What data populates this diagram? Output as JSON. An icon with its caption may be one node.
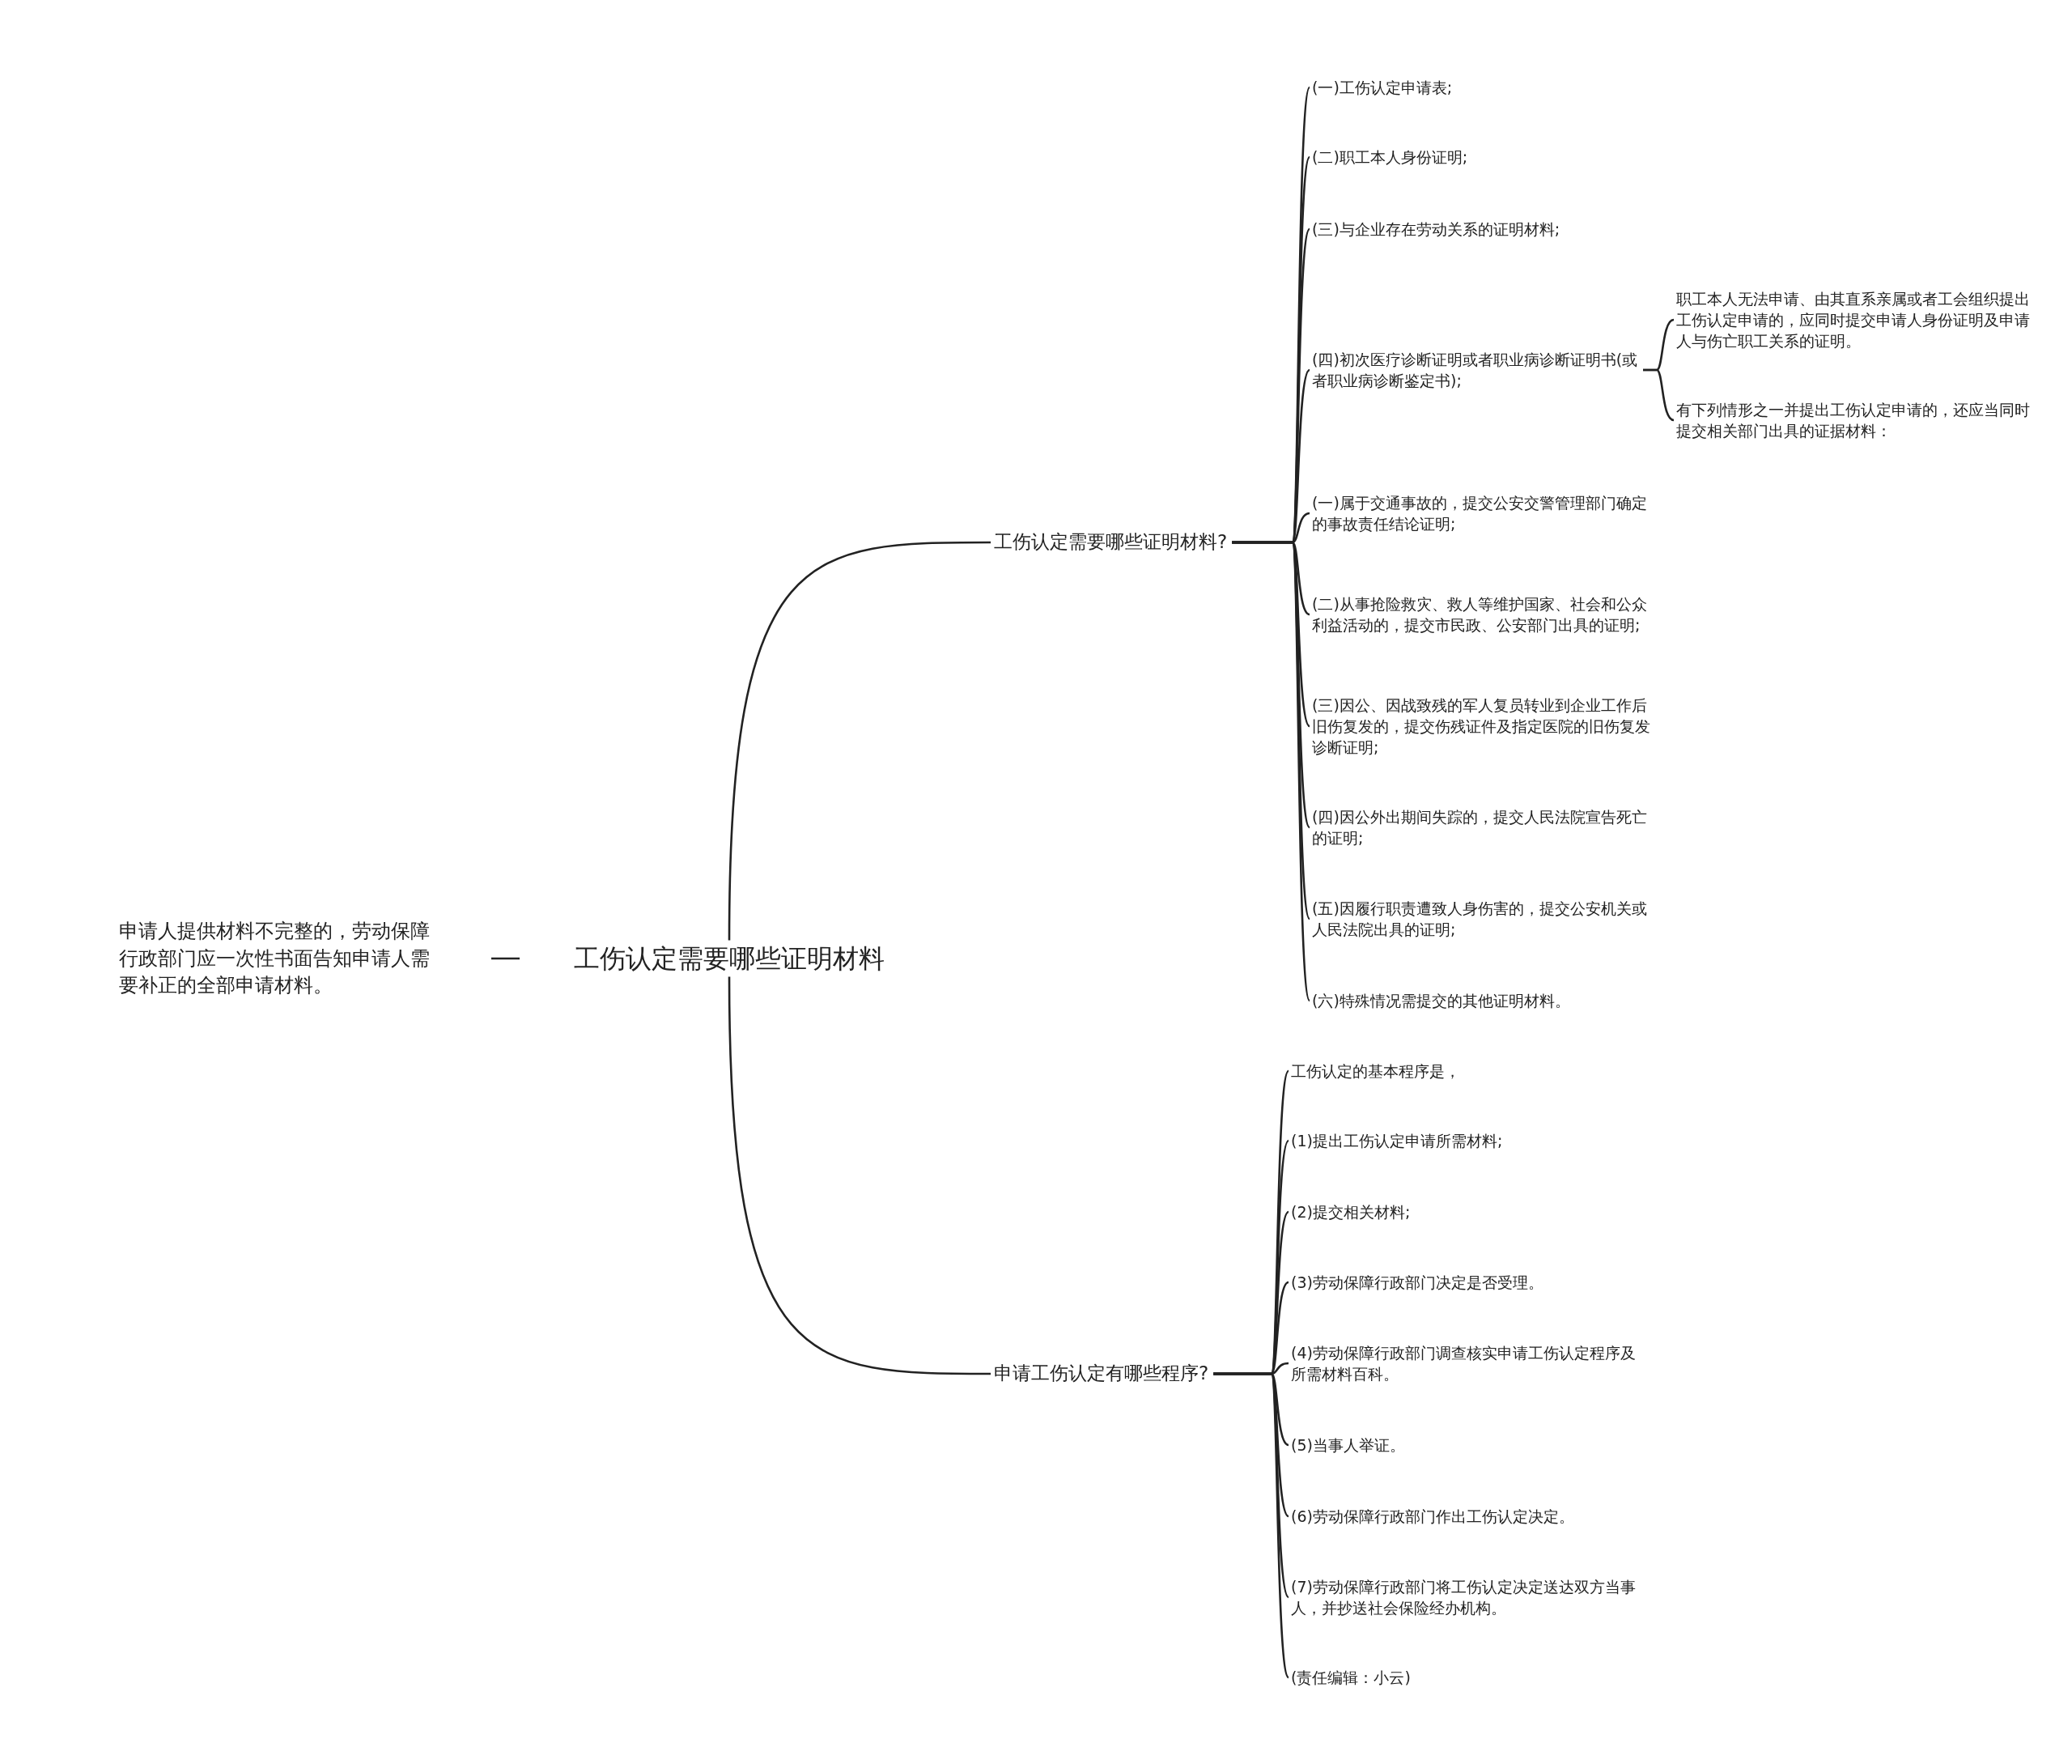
{
  "diagram": {
    "nodes": [
      {
        "text": [
          "工伤认定需要哪些证明材料"
        ]
      },
      {
        "text": [
          "工伤认定需要哪些证明材料?"
        ]
      },
      {
        "text": [
          "(一)工伤认定申请表;"
        ]
      },
      {
        "text": [
          "(二)职工本人身份证明;"
        ]
      },
      {
        "text": [
          "(三)与企业存在劳动关系的证明材料;"
        ]
      },
      {
        "text": [
          "(四)初次医疗诊断证明或者职业病诊断证明书(或者职业病诊断鉴定书);"
        ]
      },
      {
        "text": [
          "职工本人无法申请、由其直系亲属或者工会组织提出工伤认定申请的，应同时提交申请人身份证明及申请人与伤亡职工关系的证明。"
        ]
      },
      {
        "text": [
          "有下列情形之一并提出工伤认定申请的，还应当同时提交相关部门出具的证据材料："
        ]
      },
      {
        "text": [
          "(一)属于交通事故的，提交公安交警管理部门确定的事故责任结论证明;"
        ]
      },
      {
        "text": [
          "(二)从事抢险救灾、救人等维护国家、社会和公众利益活动的，提交市民政、公安部门出具的证明;"
        ]
      },
      {
        "text": [
          "(三)因公、因战致残的军人复员转业到企业工作后旧伤复发的，提交伤残证件及指定医院的旧伤复发诊断证明;"
        ]
      },
      {
        "text": [
          "(四)因公外出期间失踪的，提交人民法院宣告死亡的证明;"
        ]
      },
      {
        "text": [
          "(五)因履行职责遭致人身伤害的，提交公安机关或人民法院出具的证明;"
        ]
      },
      {
        "text": [
          "(六)特殊情况需提交的其他证明材料。"
        ]
      },
      {
        "text": [
          "申请工伤认定有哪些程序?"
        ]
      },
      {
        "text": [
          "工伤认定的基本程序是，"
        ]
      },
      {
        "text": [
          "(1)提出工伤认定申请所需材料;"
        ]
      },
      {
        "text": [
          "(2)提交相关材料;"
        ]
      },
      {
        "text": [
          "(3)劳动保障行政部门决定是否受理。"
        ]
      },
      {
        "text": [
          "(4)劳动保障行政部门调查核实申请工伤认定程序及所需材料百科。"
        ]
      },
      {
        "text": [
          "(5)当事人举证。"
        ]
      },
      {
        "text": [
          "(6)劳动保障行政部门作出工伤认定决定。"
        ]
      },
      {
        "text": [
          "(7)劳动保障行政部门将工伤认定决定送达双方当事人，并抄送社会保险经办机构。"
        ]
      },
      {
        "text": [
          "(责任编辑：小云)"
        ]
      },
      {
        "text": [
          "申请人提供材料不完整的，劳动保障行政部门应一次性书面告知申请人需要补正的全部申请材料。"
        ]
      }
    ],
    "edges": [
      {
        "from": 0,
        "to": 1,
        "arrow": "none"
      },
      {
        "from": 1,
        "to": 2,
        "arrow": "none"
      },
      {
        "from": 1,
        "to": 3,
        "arrow": "none"
      },
      {
        "from": 1,
        "to": 4,
        "arrow": "none"
      },
      {
        "from": 1,
        "to": 5,
        "arrow": "none"
      },
      {
        "from": 5,
        "to": 6,
        "arrow": "none"
      },
      {
        "from": 5,
        "to": 7,
        "arrow": "none"
      },
      {
        "from": 1,
        "to": 8,
        "arrow": "none"
      },
      {
        "from": 1,
        "to": 9,
        "arrow": "none"
      },
      {
        "from": 1,
        "to": 10,
        "arrow": "none"
      },
      {
        "from": 1,
        "to": 11,
        "arrow": "none"
      },
      {
        "from": 1,
        "to": 12,
        "arrow": "none"
      },
      {
        "from": 1,
        "to": 13,
        "arrow": "none"
      },
      {
        "from": 0,
        "to": 14,
        "arrow": "none"
      },
      {
        "from": 14,
        "to": 15,
        "arrow": "none"
      },
      {
        "from": 14,
        "to": 16,
        "arrow": "none"
      },
      {
        "from": 14,
        "to": 17,
        "arrow": "none"
      },
      {
        "from": 14,
        "to": 18,
        "arrow": "none"
      },
      {
        "from": 14,
        "to": 19,
        "arrow": "none"
      },
      {
        "from": 14,
        "to": 20,
        "arrow": "none"
      },
      {
        "from": 14,
        "to": 21,
        "arrow": "none"
      },
      {
        "from": 14,
        "to": 22,
        "arrow": "none"
      },
      {
        "from": 14,
        "to": 23,
        "arrow": "none"
      },
      {
        "from": 0,
        "to": 24,
        "arrow": "none"
      }
    ]
  }
}
